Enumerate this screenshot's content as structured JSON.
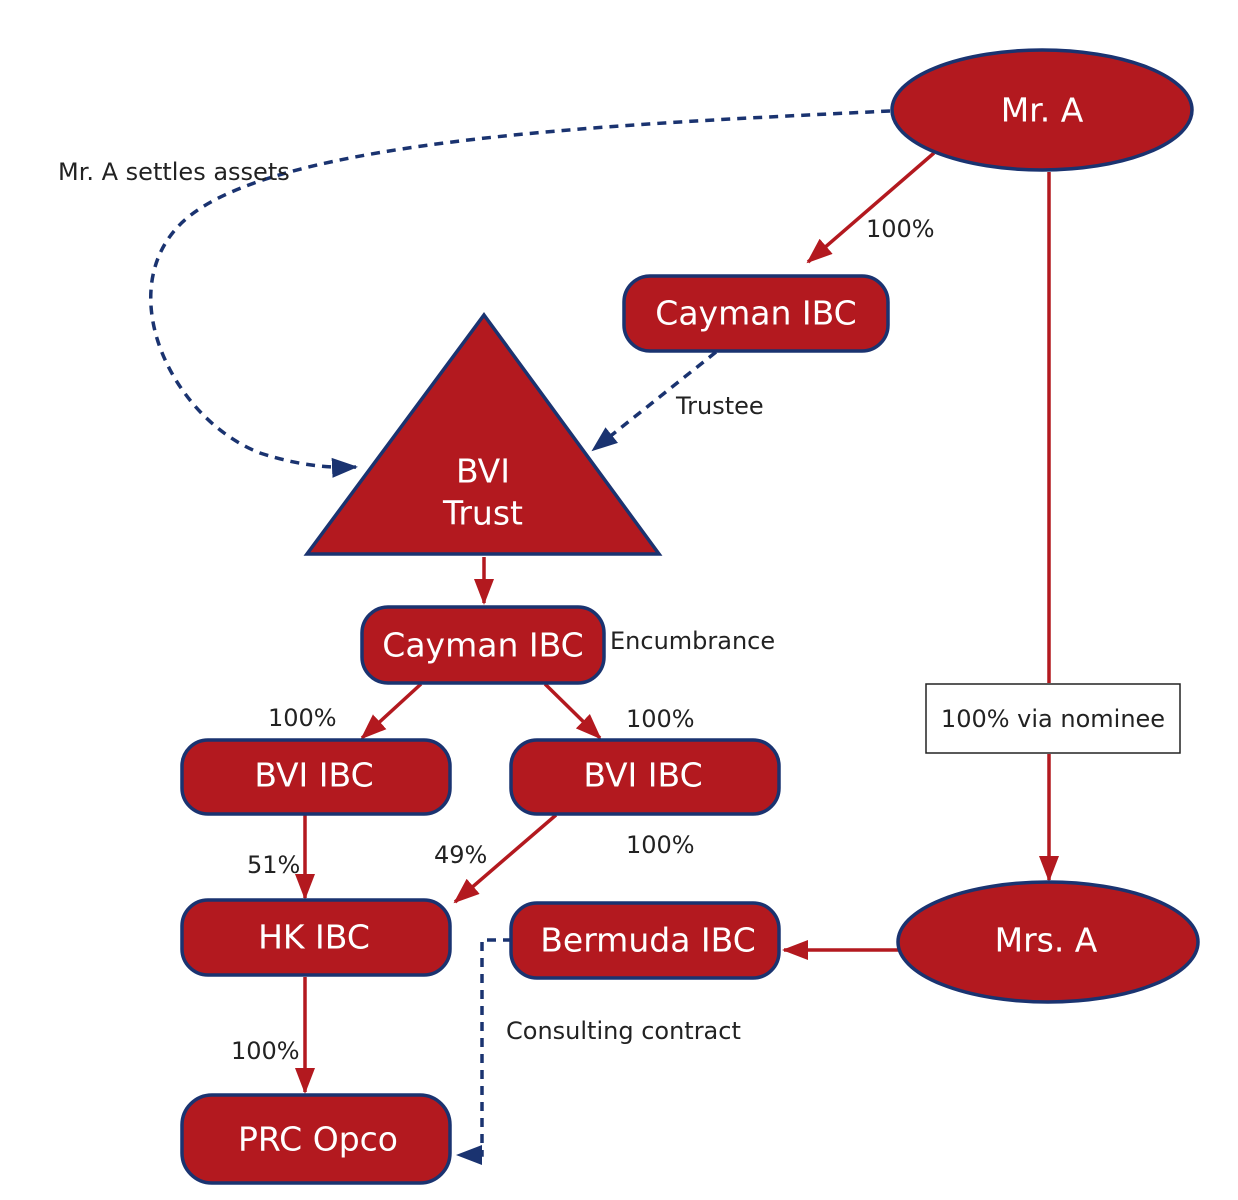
{
  "colors": {
    "node_fill": "#b3191f",
    "node_border": "#1a3370",
    "ownership_line": "#b3191f",
    "control_line": "#1a3370",
    "label_text": "#222222"
  },
  "nodes": {
    "mr_a": "Mr. A",
    "mrs_a": "Mrs. A",
    "cayman_ibc_trustee": "Cayman IBC",
    "bvi_trust_line1": "BVI",
    "bvi_trust_line2": "Trust",
    "cayman_ibc_holding": "Cayman IBC",
    "bvi_ibc_left": "BVI IBC",
    "bvi_ibc_right": "BVI IBC",
    "hk_ibc": "HK IBC",
    "bermuda_ibc": "Bermuda IBC",
    "prc_opco": "PRC Opco"
  },
  "labels": {
    "settles_assets": "Mr. A settles assets",
    "mr_a_to_cayman": "100%",
    "trustee": "Trustee",
    "encumbrance": "Encumbrance",
    "cayman_to_bvi_left": "100%",
    "cayman_to_bvi_right": "100%",
    "bvi_left_to_hk": "51%",
    "bvi_right_to_hk": "49%",
    "bvi_right_extra": "100%",
    "hk_to_prc": "100%",
    "nominee": "100% via nominee",
    "consulting_contract": "Consulting contract"
  }
}
